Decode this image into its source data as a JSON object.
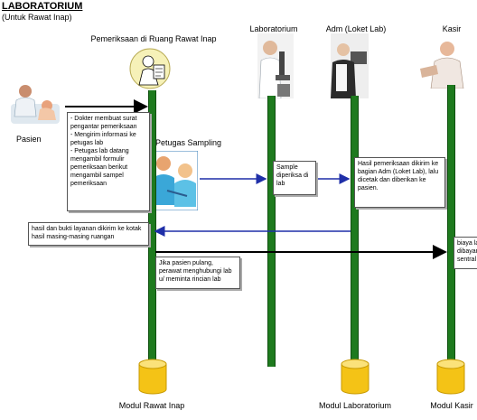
{
  "title": "LABORATORIUM",
  "subtitle": "(Untuk Rawat Inap)",
  "actors": {
    "pasien": "Pasien",
    "pemeriksaan": "Pemeriksaan di Ruang Rawat Inap",
    "petugas_sampling": "Petugas Sampling",
    "laboratorium": "Laboratorium",
    "adm": "Adm (Loket Lab)",
    "kasir": "Kasir"
  },
  "notes": {
    "n1": [
      "- Dokter membuat surat pengantar pemeriksaan",
      "- Mengirim informasi ke petugas lab",
      "- Petugas lab datang mengambil formulir pemeriksaan berikut mengambil sampel pemeriksaan"
    ],
    "n2": "Sample diperiksa di lab",
    "n3": "Hasil pemeriksaan dikirim ke bagian Adm (Loket Lab), lalu dicetak dan diberikan ke pasien.",
    "n4": "hasil dan bukti layanan dikirim ke kotak hasil masing-masing ruangan",
    "n5": "Jika pasien pulang, perawat menghubungi lab u/ meminta rincian lab",
    "n6": "biaya la dibayar sentral"
  },
  "modules": {
    "rawat_inap": "Modul Rawat Inap",
    "laboratorium": "Modul Laboratorium",
    "kasir": "Modul Kasir"
  },
  "colors": {
    "lifeline": "#1e7a1e",
    "arrow_black": "#000000",
    "arrow_blue": "#1f2fa8",
    "database": "#f4c316"
  },
  "icons": [
    "pasien-photo-icon",
    "doctor-clipboard-icon",
    "lab-scientist-icon",
    "admin-clerk-icon",
    "cashier-icon",
    "database-icon"
  ]
}
